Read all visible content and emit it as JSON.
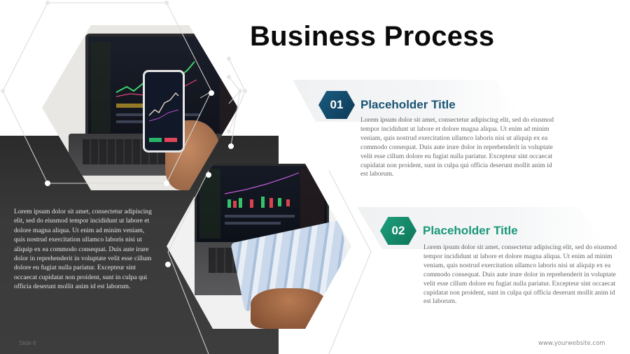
{
  "slide": {
    "title": "Business Process",
    "slide_label": "Slide 8",
    "website": "www.yourwebsite.com",
    "colors": {
      "dark_panel": "#3a3a3a",
      "step1_accent": "#1a5474",
      "step2_accent": "#18977a",
      "title_color": "#0a0a0a"
    }
  },
  "left_panel": {
    "body": "Lorem ipsum dolor sit amet, consectetur adipiscing elit, sed do eiusmod tempor incididunt ut labore et dolore magna aliqua. Ut enim ad minim veniam, quis nostrud exercitation ullamco laboris nisi ut aliquip ex ea commodo consequat. Duis aute irure dolor in reprehenderit in voluptate velit esse cillum dolore eu fugiat nulla pariatur. Excepteur sint occaecat cupidatat non proident, sunt in culpa qui officia deserunt mollit anim id est laborum."
  },
  "images": [
    {
      "name": "trading-laptop-phone-photo",
      "description": "laptop with stock trading charts and hand holding smartphone"
    },
    {
      "name": "trading-laptop-cash-photo",
      "description": "laptop with trading charts and hands fanning dollar bills"
    }
  ],
  "steps": [
    {
      "number": "01",
      "title": "Placeholder Title",
      "body": "Lorem ipsum dolor sit amet, consectetur adipiscing elit, sed do eiusmod tempor incididunt ut labore et dolore magna aliqua. Ut enim ad minim veniam, quis nostrud exercitation ullamco laboris nisi ut aliquip ex ea commodo consequat. Duis aute irure dolor in reprehenderit in voluptate velit esse cillum dolore eu fugiat nulla pariatur. Excepteur sint occaecat cupidatat non proident, sunt in culpa qui officia deserunt mollit anim id est laborum."
    },
    {
      "number": "02",
      "title": "Placeholder Title",
      "body": "Lorem ipsum dolor sit amet, consectetur adipiscing elit, sed do eiusmod tempor incididunt ut labore et dolore magna aliqua. Ut enim ad minim veniam, quis nostrud exercitation ullamco laboris nisi ut aliquip ex ea commodo consequat. Duis aute irure dolor in reprehenderit in voluptate velit esse cillum dolore eu fugiat nulla pariatur. Excepteur sint occaecat cupidatat non proident, sunt in culpa qui officia deserunt mollit anim id est laborum."
    }
  ]
}
